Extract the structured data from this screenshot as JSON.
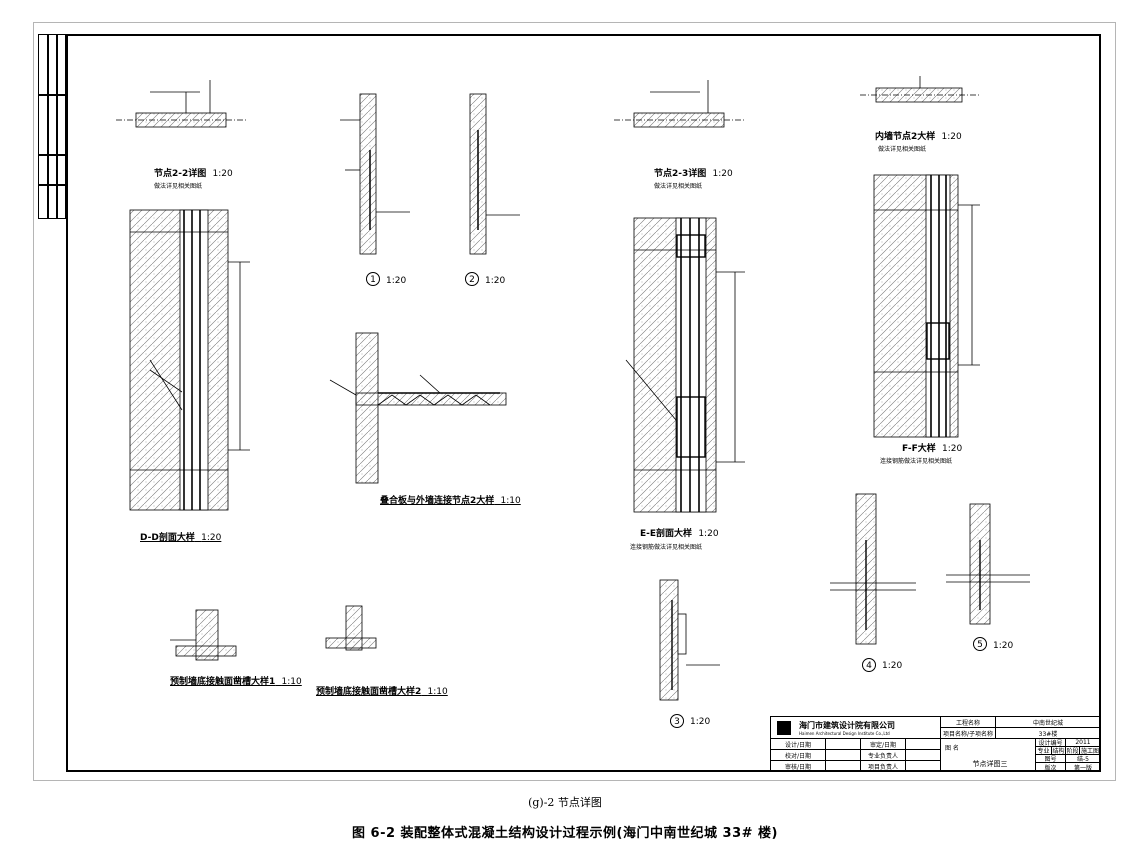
{
  "drawing": {
    "detail_2_2": {
      "title": "节点2-2详图",
      "scale": "1:20",
      "note": "做法详见相关图纸"
    },
    "detail_2_3": {
      "title": "节点2-3详图",
      "scale": "1:20",
      "note": "做法详见相关图纸"
    },
    "inner_node": {
      "title": "内墙节点2大样",
      "scale": "1:20",
      "note": "做法详见相关图纸"
    },
    "node_1": {
      "num": "1",
      "scale": "1:20"
    },
    "node_2": {
      "num": "2",
      "scale": "1:20"
    },
    "node_3": {
      "num": "3",
      "scale": "1:20"
    },
    "node_4": {
      "num": "4",
      "scale": "1:20"
    },
    "node_5": {
      "num": "5",
      "scale": "1:20"
    },
    "section_dd": {
      "title": "D-D剖面大样",
      "scale": "1:20"
    },
    "section_ee": {
      "title": "E-E剖面大样",
      "scale": "1:20",
      "note": "连接钢筋做法详见相关图纸"
    },
    "section_ff": {
      "title": "F-F大样",
      "scale": "1:20",
      "note": "连接钢筋做法详见相关图纸"
    },
    "slab_joint": {
      "title": "叠合板与外墙连接节点2大样",
      "scale": "1:10"
    },
    "groove_1": {
      "title": "预制墙底接触面凿槽大样1",
      "scale": "1:10"
    },
    "groove_2": {
      "title": "预制墙底接触面凿槽大样2",
      "scale": "1:10"
    }
  },
  "title_block": {
    "company": "海门市建筑设计院有限公司",
    "company_en": "Haimen Architectural Design Institute Co.,Ltd",
    "project_name_label": "工程名称",
    "project_name": "中南世纪城",
    "sub_project_label": "项目名称/子项名称",
    "sub_project": "33#楼",
    "drawing_name_label": "图 名",
    "drawing_name": "节点详图三",
    "rows": [
      "设计/日期",
      "校对/日期",
      "审核/日期"
    ],
    "roles": [
      "审定/日期",
      "专业负责人",
      "项目负责人"
    ],
    "design_no_label": "设计编号",
    "design_no": "2011",
    "discipline_label": "专业",
    "discipline": "结构",
    "stage_label": "阶段",
    "stage": "施工图",
    "sheet_label": "图号",
    "sheet": "结-5",
    "version_label": "版次",
    "version": "第一版"
  },
  "caption": {
    "sub": "(g)-2 节点详图",
    "main": "图 6-2  装配整体式混凝土结构设计过程示例(海门中南世纪城 33# 楼)"
  }
}
